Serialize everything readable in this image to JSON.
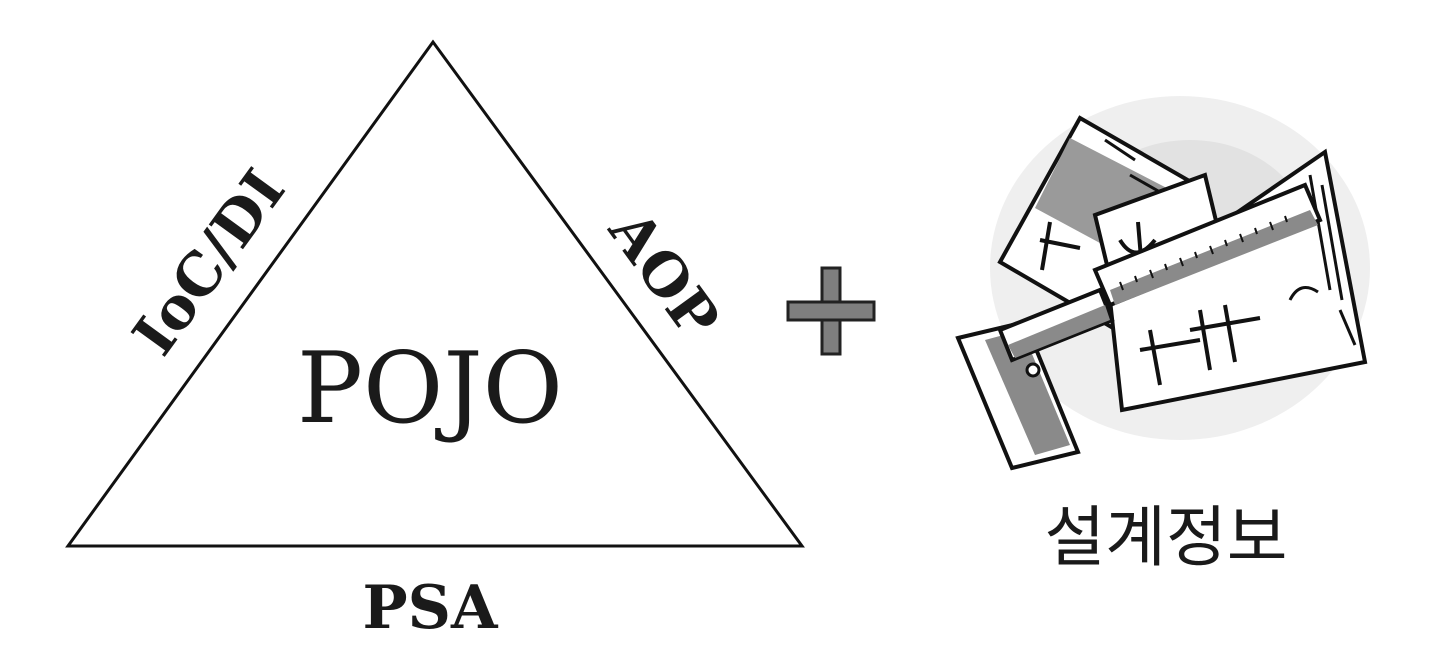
{
  "triangle": {
    "center_label": "POJO",
    "left_label": "IoC/DI",
    "right_label": "AOP",
    "bottom_label": "PSA"
  },
  "operator": {
    "symbol": "+"
  },
  "design_info": {
    "caption": "설계정보",
    "icon": "blueprint-ruler-icon"
  }
}
